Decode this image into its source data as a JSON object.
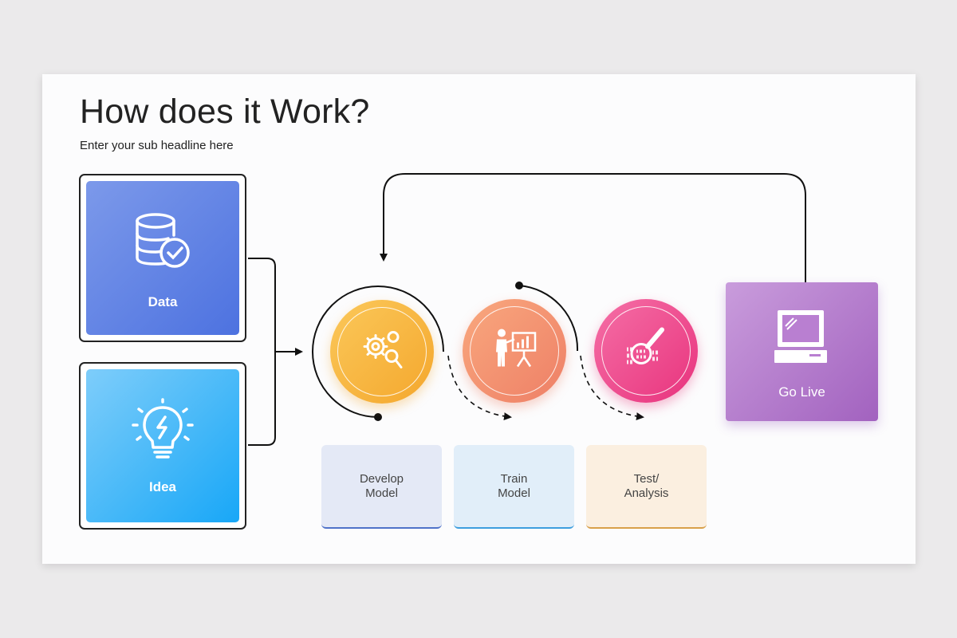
{
  "title": "How does it Work?",
  "subtitle": "Enter your sub headline here",
  "inputs": [
    {
      "label": "Data",
      "icon": "database-check-icon"
    },
    {
      "label": "Idea",
      "icon": "lightbulb-icon"
    }
  ],
  "steps": [
    {
      "label": "Develop\nModel",
      "icon": "gears-search-icon",
      "color": "#f4a72d"
    },
    {
      "label": "Train\nModel",
      "icon": "presenter-chart-icon",
      "color": "#ee7f66"
    },
    {
      "label": "Test/\nAnalysis",
      "icon": "binary-magnifier-icon",
      "color": "#e8337d"
    }
  ],
  "output": {
    "label": "Go Live",
    "icon": "computer-icon",
    "color": "#a262bf"
  }
}
